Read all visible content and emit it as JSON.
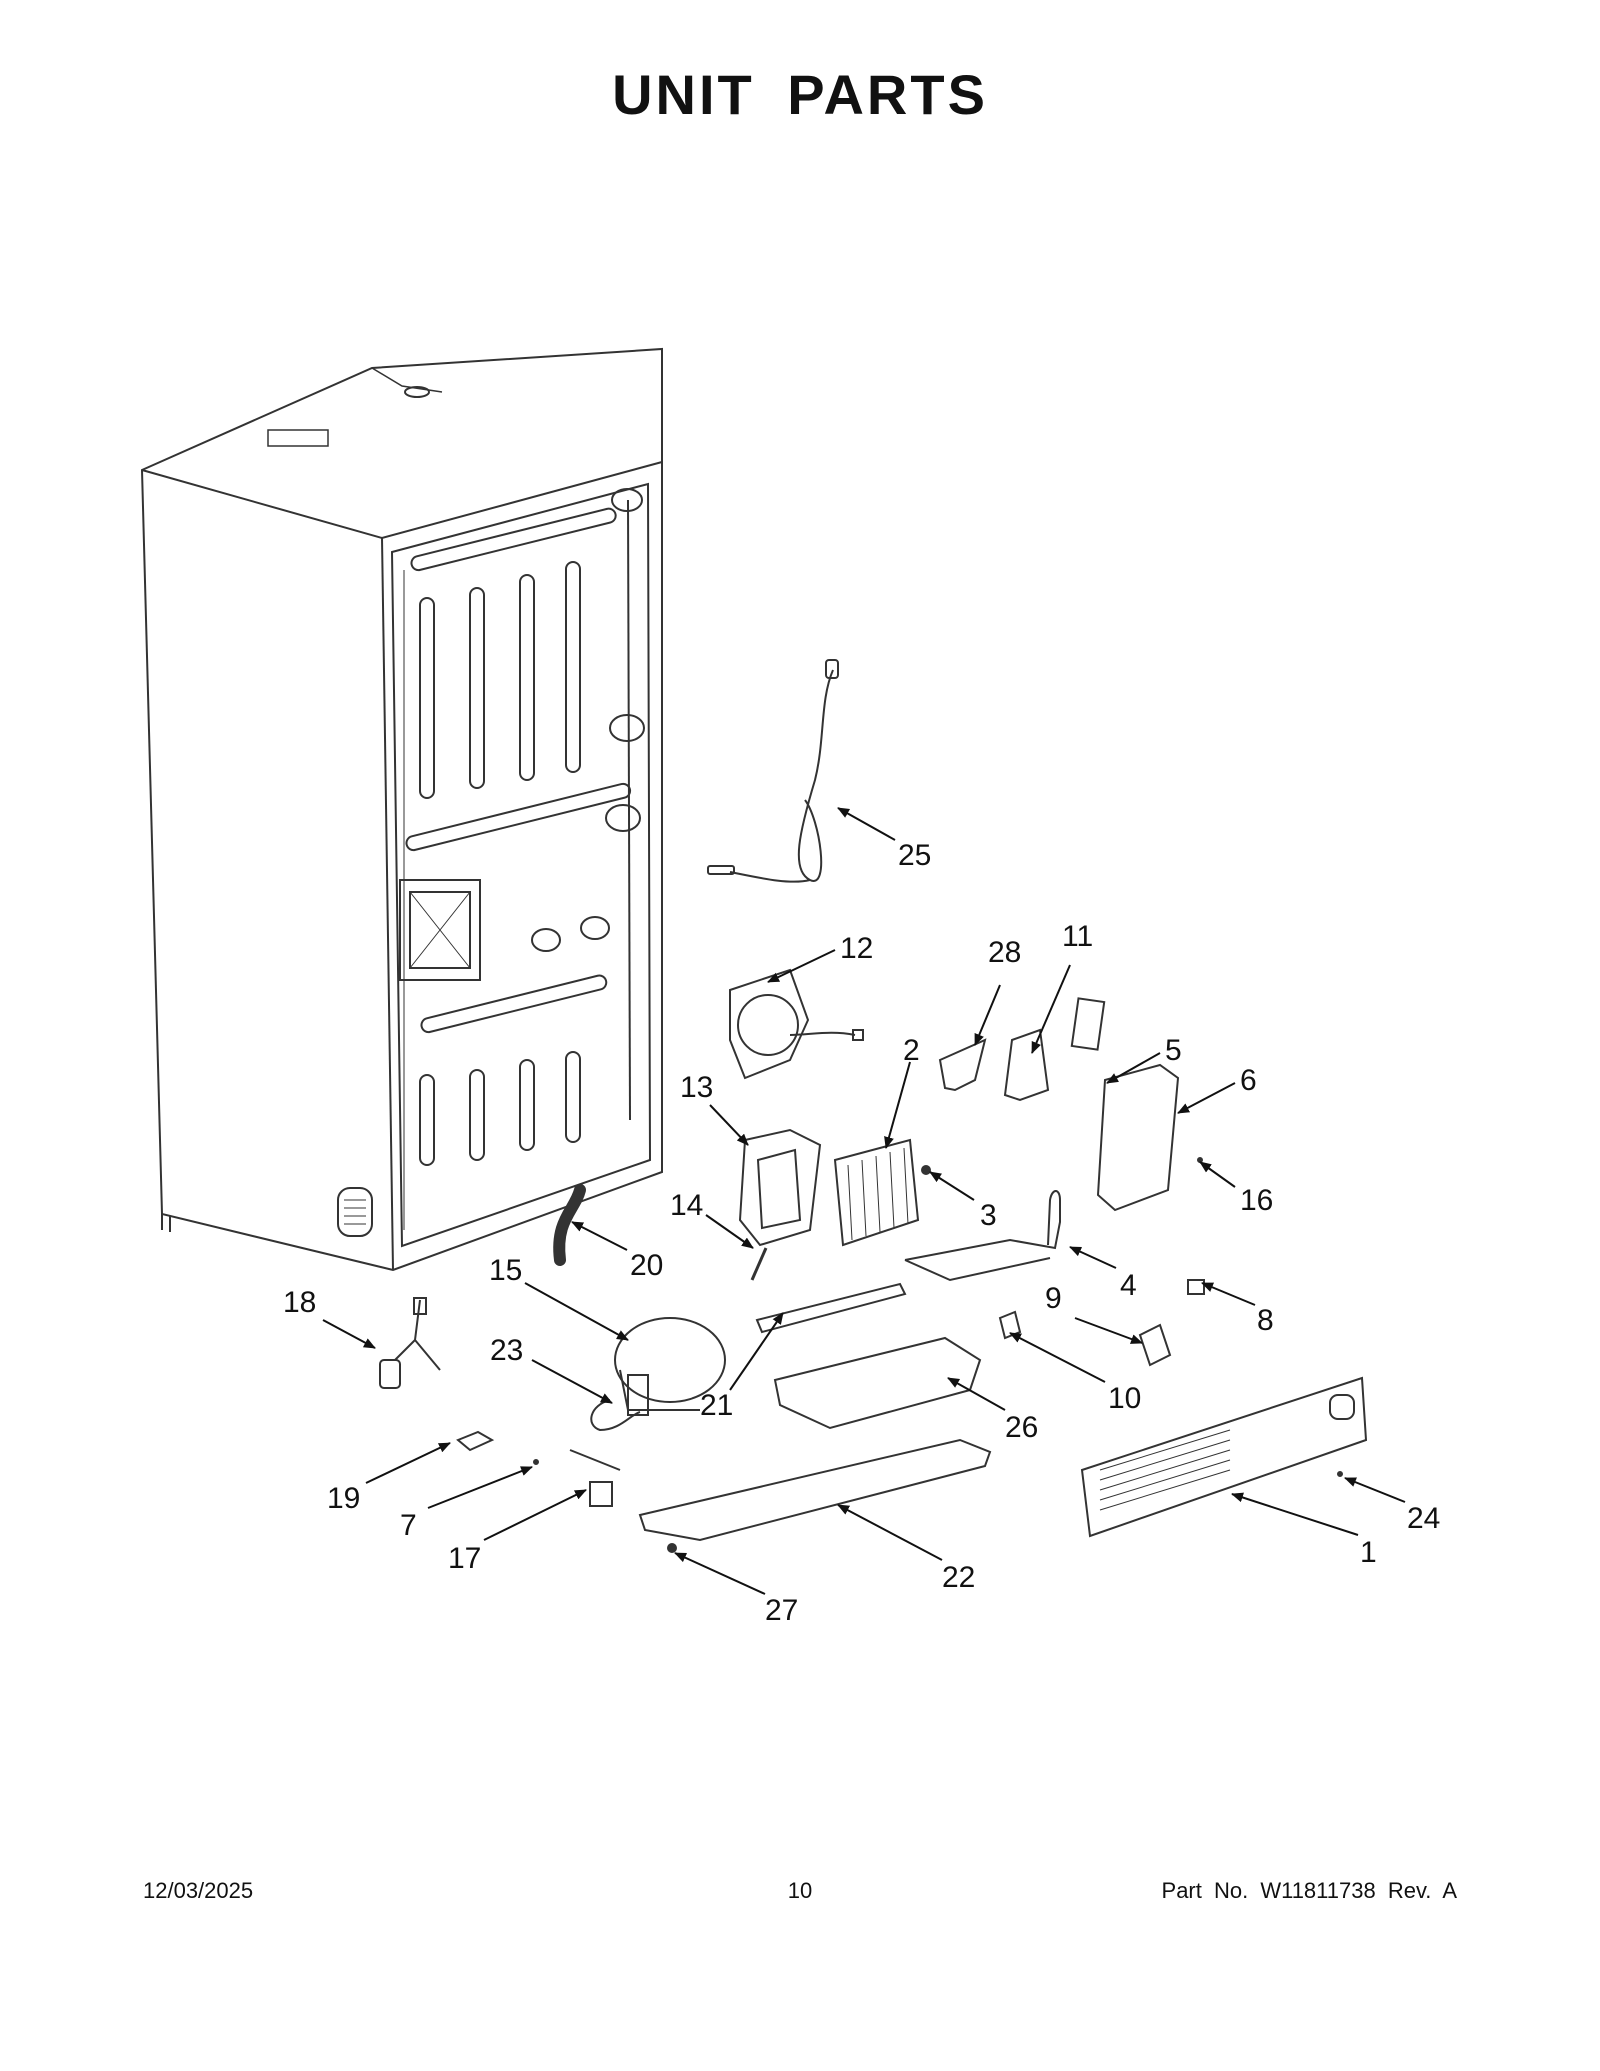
{
  "title": "UNIT  PARTS",
  "callouts": [
    "1",
    "2",
    "3",
    "4",
    "5",
    "6",
    "7",
    "8",
    "9",
    "10",
    "11",
    "12",
    "13",
    "14",
    "15",
    "16",
    "17",
    "18",
    "19",
    "20",
    "21",
    "22",
    "23",
    "24",
    "25",
    "26",
    "27",
    "28"
  ],
  "footer": {
    "date": "12/03/2025",
    "page": "10",
    "part_no": "Part No.  W11811738   Rev.  A"
  }
}
